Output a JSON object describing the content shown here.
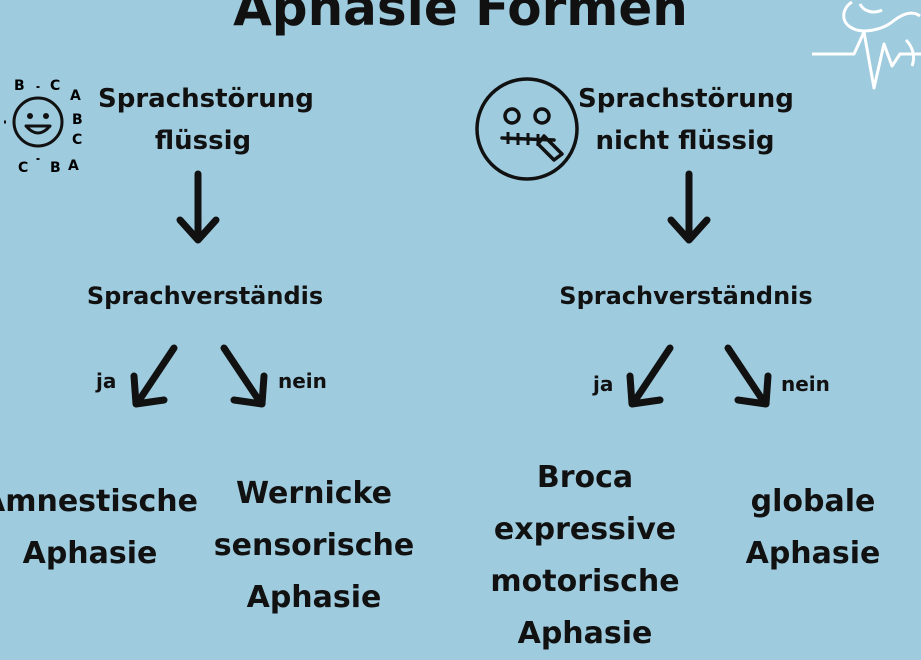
{
  "title": "Aphasie Formen",
  "left": {
    "header_line1": "Sprachstörung",
    "header_line2": "flüssig",
    "comprehension_label": "Sprachverständis",
    "yes_label": "ja",
    "no_label": "nein",
    "result_yes_line1": "Amnestische",
    "result_yes_line2": "Aphasie",
    "result_no_line1": "Wernicke",
    "result_no_line2": "sensorische",
    "result_no_line3": "Aphasie",
    "icon": "smiley-letters-icon",
    "icon_letters": [
      "B",
      "C",
      "A",
      "B",
      "C",
      "C",
      "B",
      "A"
    ]
  },
  "right": {
    "header_line1": "Sprachstörung",
    "header_line2": "nicht flüssig",
    "comprehension_label": "Sprachverständnis",
    "yes_label": "ja",
    "no_label": "nein",
    "result_yes_line1": "Broca",
    "result_yes_line2": "expressive",
    "result_yes_line3": "motorische",
    "result_yes_line4": "Aphasie",
    "result_no_line1": "globale",
    "result_no_line2": "Aphasie",
    "icon": "zipped-mouth-face-icon"
  },
  "decoration": {
    "icon": "brain-heartbeat-icon"
  },
  "colors": {
    "background": "#9ecbde",
    "ink": "#111111",
    "decoration": "#ffffff"
  }
}
